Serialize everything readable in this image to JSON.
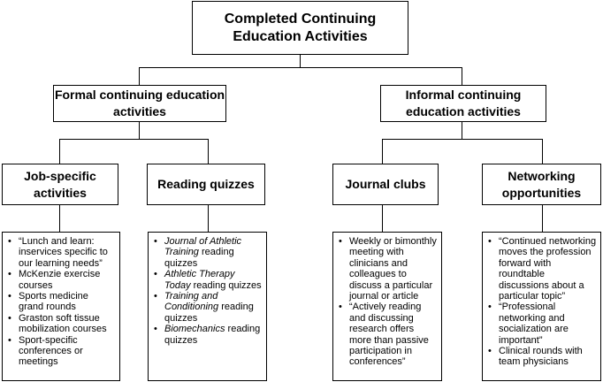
{
  "root": {
    "title": "Completed Continuing Education Activities"
  },
  "formal": {
    "title": "Formal continuing education activities",
    "job_specific": {
      "title": "Job-specific activities",
      "items": [
        "“Lunch and learn: inservices specific to our learning needs”",
        "McKenzie exercise courses",
        "Sports medicine grand rounds",
        "Graston soft tissue mobilization courses",
        "Sport-specific conferences or meetings"
      ]
    },
    "reading_quizzes": {
      "title": "Reading quizzes",
      "items": [
        {
          "journal": "Journal of Athletic Training",
          "suffix": " reading quizzes"
        },
        {
          "journal": "Athletic Therapy Today",
          "suffix": " reading quizzes"
        },
        {
          "journal": "Training and Conditioning",
          "suffix": " reading quizzes"
        },
        {
          "journal": "Biomechanics",
          "suffix": " reading quizzes"
        }
      ]
    }
  },
  "informal": {
    "title": "Informal continuing education activities",
    "journal_clubs": {
      "title": "Journal clubs",
      "items": [
        "Weekly or bimonthly meeting with clinicians and colleagues to discuss a particular journal or article",
        "“Actively reading and discussing research offers more than passive participation in conferences”"
      ]
    },
    "networking": {
      "title": "Networking opportunities",
      "items": [
        "“Continued networking moves the profession forward with roundtable discussions about a particular topic”",
        "“Professional networking and socialization are important”",
        "Clinical rounds with team physicians"
      ]
    }
  }
}
